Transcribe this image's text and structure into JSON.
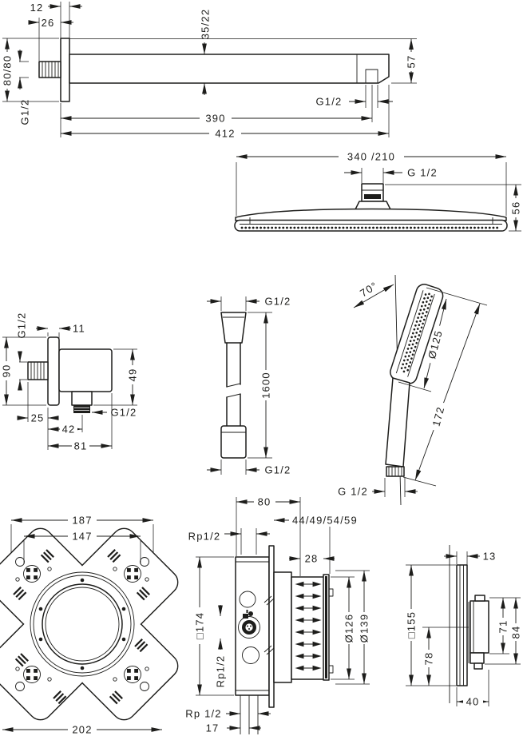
{
  "colors": {
    "line": "#1d1d1b",
    "background": "#ffffff"
  },
  "arm": {
    "t12": "12",
    "t26": "26",
    "profile": "35/22",
    "plate": "80/80",
    "g_in": "G1/2",
    "g_out": "G1/2",
    "l390": "390",
    "l412": "412",
    "h57": "57"
  },
  "overhead": {
    "w": "340 /210",
    "g": "G 1/2",
    "h": "56"
  },
  "elbow": {
    "g_in": "G1/2",
    "t11": "11",
    "h90": "90",
    "h49": "49",
    "w25": "25",
    "w42": "42",
    "w81": "81",
    "g_out": "G1/2"
  },
  "hose": {
    "g_top": "G1/2",
    "len": "1600",
    "g_bot": "G1/2"
  },
  "hand": {
    "angle": "70°",
    "dia": "Ø125",
    "len": "172",
    "g": "G 1/2"
  },
  "plate": {
    "w187": "187",
    "w147": "147",
    "w202": "202"
  },
  "valve": {
    "d80": "80",
    "range": "44/49/54/59",
    "rp_top": "Rp1/2",
    "w28": "28",
    "sq": "□174",
    "rp_side": "Rp1/2",
    "d126": "Ø126",
    "d139": "Ø139",
    "rp_bot": "Rp 1/2",
    "o17": "17"
  },
  "trim": {
    "t13": "13",
    "sq": "□155",
    "h78": "78",
    "h71": "71",
    "h84": "84",
    "d40": "40"
  }
}
